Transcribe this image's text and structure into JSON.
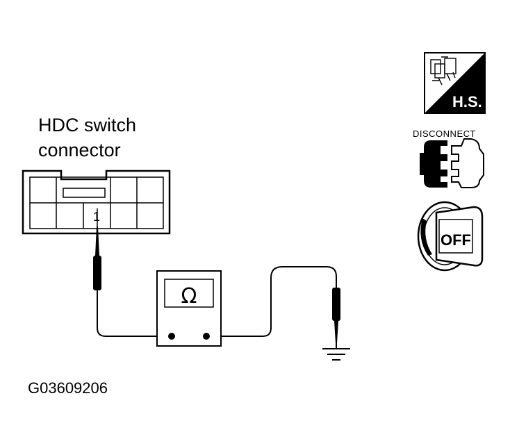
{
  "connector": {
    "title_line1": "HDC switch",
    "title_line2": "connector",
    "pin_label": "1"
  },
  "meter": {
    "symbol": "Ω"
  },
  "icons": {
    "hs_label": "H.S.",
    "disconnect_label": "DISCONNECT",
    "off_label": "OFF"
  },
  "figure_code": "G03609206"
}
